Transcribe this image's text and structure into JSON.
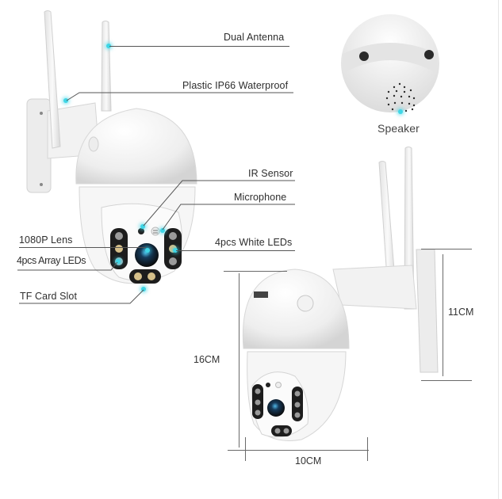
{
  "image": {
    "subject": "PTZ outdoor WiFi security camera feature diagram",
    "accent_color": "#3fd6e6"
  },
  "callouts": [
    {
      "id": "dual-antenna",
      "label": "Dual Antenna"
    },
    {
      "id": "waterproof",
      "label": "Plastic IP66 Waterproof"
    },
    {
      "id": "ir-sensor",
      "label": "IR Sensor"
    },
    {
      "id": "microphone",
      "label": "Microphone"
    },
    {
      "id": "lens",
      "label": "1080P Lens"
    },
    {
      "id": "white-leds",
      "label": "4pcs White LEDs"
    },
    {
      "id": "array-leds",
      "label": "4pcs Array LEDs"
    },
    {
      "id": "tf-card",
      "label": "TF Card Slot"
    },
    {
      "id": "speaker",
      "label": "Speaker"
    }
  ],
  "dimensions": {
    "height": "16CM",
    "width": "10CM",
    "mount_height": "11CM"
  }
}
